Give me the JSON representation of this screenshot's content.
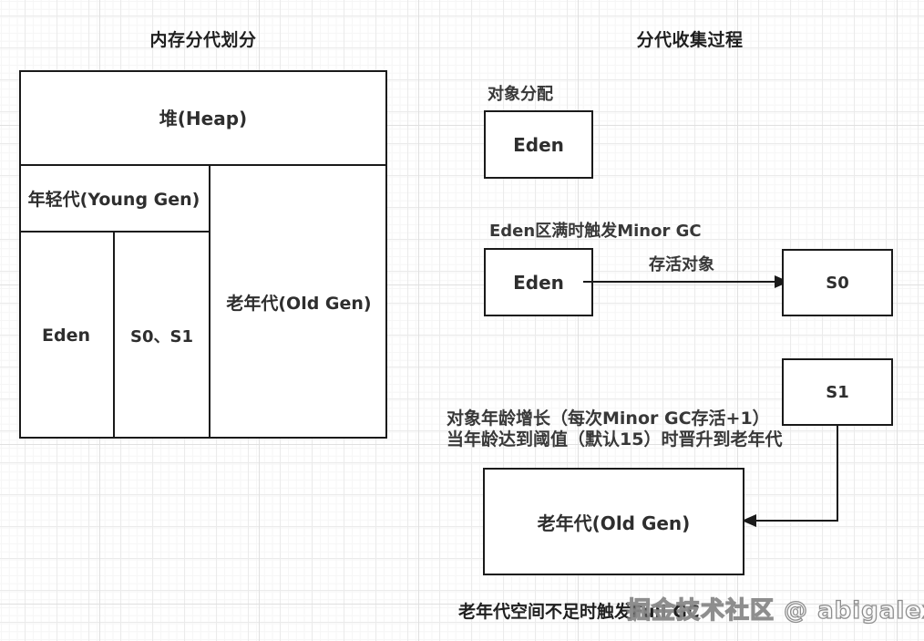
{
  "left_panel": {
    "title": "内存分代划分",
    "heap_label": "堆(Heap)",
    "young_gen_label": "年轻代(Young Gen)",
    "eden_label": "Eden",
    "survivor_label": "S0、S1",
    "old_gen_label": "老年代(Old Gen)"
  },
  "right_panel": {
    "title": "分代收集过程",
    "object_allocation_label": "对象分配",
    "eden1_label": "Eden",
    "minor_gc_trigger_label": "Eden区满时触发Minor GC",
    "eden2_label": "Eden",
    "surviving_objects_label": "存活对象",
    "s0_label": "S0",
    "s1_label": "S1",
    "age_note_line1": "对象年龄增长（每次Minor GC存活+1）",
    "age_note_line2": "当年龄达到阈值（默认15）时晋升到老年代",
    "old_gen_label": "老年代(Old Gen)",
    "full_gc_note": "老年代空间不足时触发Full GC"
  },
  "watermark_text": "掘金技术社区 @ abigalexy",
  "colors": {
    "line": "#1a1a1a",
    "text": "#2e2e2e",
    "grid_major": "#e0e0e0",
    "grid_minor": "#f6f6f6",
    "watermark": "#9a9a9a",
    "background": "#ffffff"
  }
}
